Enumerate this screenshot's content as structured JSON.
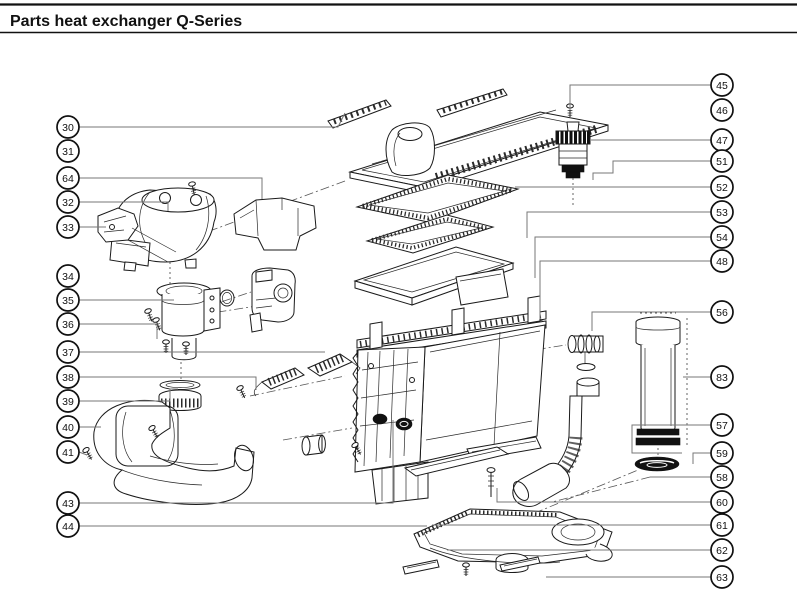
{
  "header": {
    "title": "Parts heat exchanger Q-Series"
  },
  "callouts": {
    "left": [
      "30",
      "31",
      "64",
      "32",
      "33",
      "34",
      "35",
      "36",
      "37",
      "38",
      "39",
      "40",
      "41",
      "43",
      "44"
    ],
    "right": [
      "45",
      "46",
      "47",
      "51",
      "52",
      "53",
      "54",
      "48",
      "56",
      "83",
      "57",
      "59",
      "58",
      "60",
      "61",
      "62",
      "63"
    ]
  },
  "palette": {
    "ink": "#1a1a1a",
    "leader_line": "#777777",
    "dark_fill": "#111111",
    "paper": "#ffffff"
  }
}
